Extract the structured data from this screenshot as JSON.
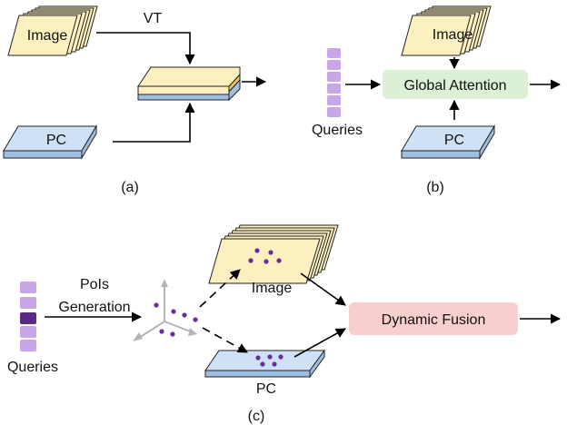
{
  "panel_a": {
    "image_label": "Image",
    "pc_label": "PC",
    "vt_label": "VT",
    "caption": "(a)"
  },
  "panel_b": {
    "image_label": "Image",
    "pc_label": "PC",
    "queries_label": "Queries",
    "attention_label": "Global Attention",
    "caption": "(b)"
  },
  "panel_c": {
    "image_label": "Image",
    "pc_label": "PC",
    "queries_label": "Queries",
    "pois_line1": "PoIs",
    "pois_line2": "Generation",
    "fusion_label": "Dynamic Fusion",
    "caption": "(c)"
  },
  "colors": {
    "image_fill": "#fdf0c0",
    "pc_fill": "#cfe2f5",
    "pc_edge": "#9dbfe2",
    "query_fill": "#c9a6e6",
    "query_highlight": "#5b2a86",
    "attention_fill": "#dbf0d7",
    "fusion_fill": "#f8cfcf",
    "dots": "#6a2c9c",
    "arrow": "#000000",
    "axes": "#b5b5b5"
  }
}
